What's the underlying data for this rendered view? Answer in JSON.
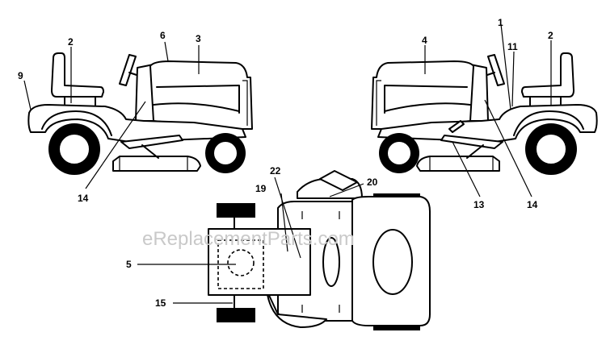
{
  "diagram": {
    "watermark": "eReplacementParts.com",
    "callouts": [
      {
        "id": "c-9",
        "label": "9"
      },
      {
        "id": "c-2-left",
        "label": "2"
      },
      {
        "id": "c-6",
        "label": "6"
      },
      {
        "id": "c-3",
        "label": "3"
      },
      {
        "id": "c-14-left",
        "label": "14"
      },
      {
        "id": "c-4",
        "label": "4"
      },
      {
        "id": "c-1",
        "label": "1"
      },
      {
        "id": "c-11",
        "label": "11"
      },
      {
        "id": "c-2-right",
        "label": "2"
      },
      {
        "id": "c-13",
        "label": "13"
      },
      {
        "id": "c-14-right",
        "label": "14"
      },
      {
        "id": "c-22",
        "label": "22"
      },
      {
        "id": "c-20",
        "label": "20"
      },
      {
        "id": "c-19",
        "label": "19"
      },
      {
        "id": "c-5",
        "label": "5"
      },
      {
        "id": "c-15",
        "label": "15"
      }
    ]
  }
}
